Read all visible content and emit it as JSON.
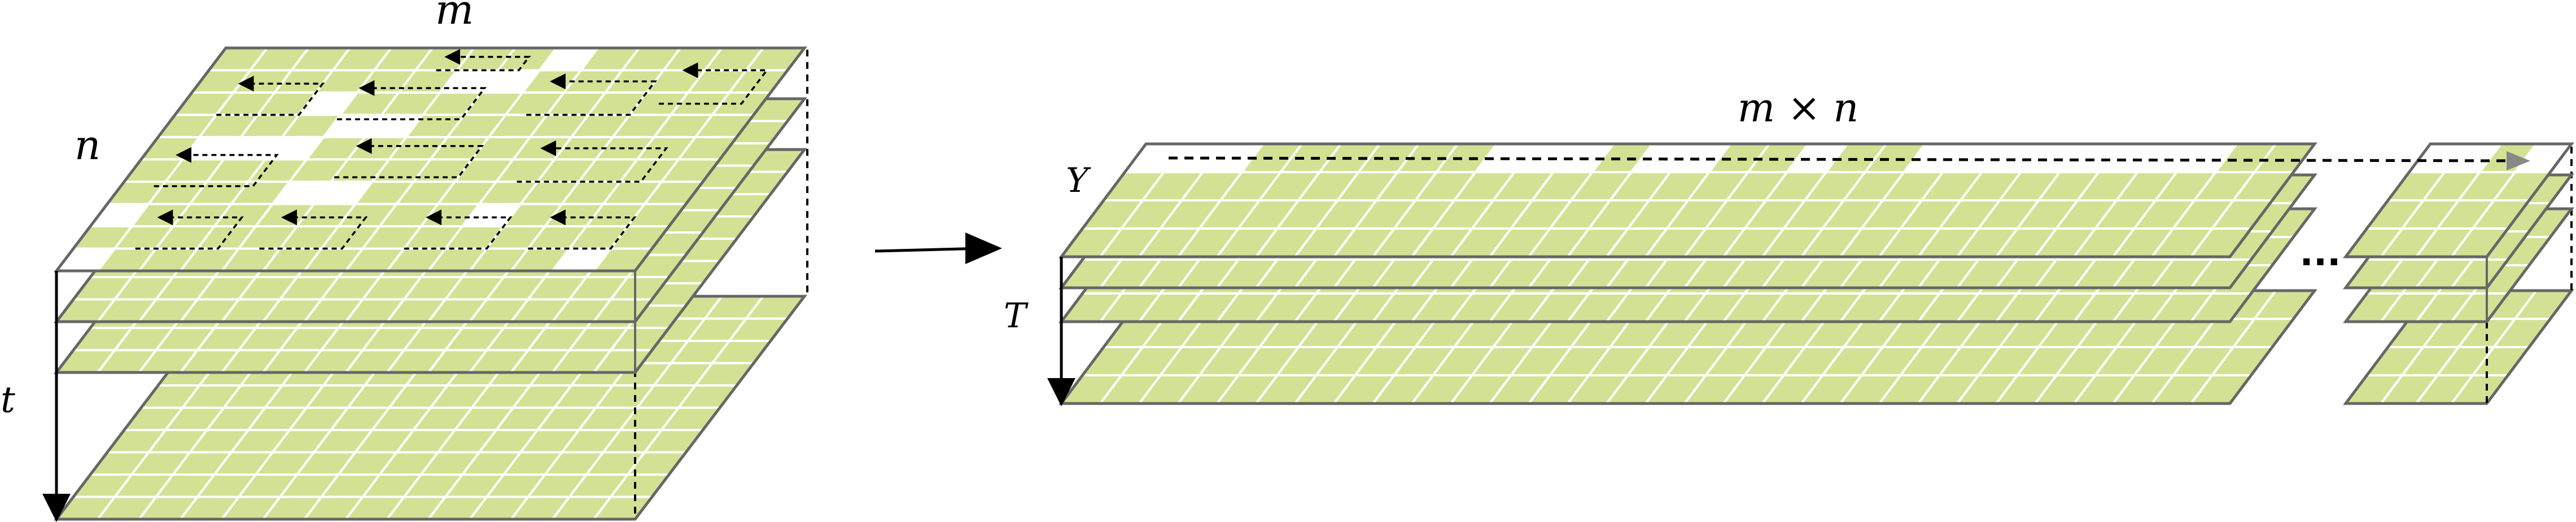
{
  "labels": {
    "m": "m",
    "n": "n",
    "t": "t",
    "mn": "m × n",
    "Y": "Y",
    "T": "T",
    "ellipsis": "..."
  },
  "colors": {
    "cell_fill": "#d3e195",
    "grid_line": "#ffffff",
    "frame": "#666666",
    "arrow": "#000000",
    "blank_cell": "#ffffff"
  },
  "grid": {
    "cols": 14,
    "rows": 10
  }
}
